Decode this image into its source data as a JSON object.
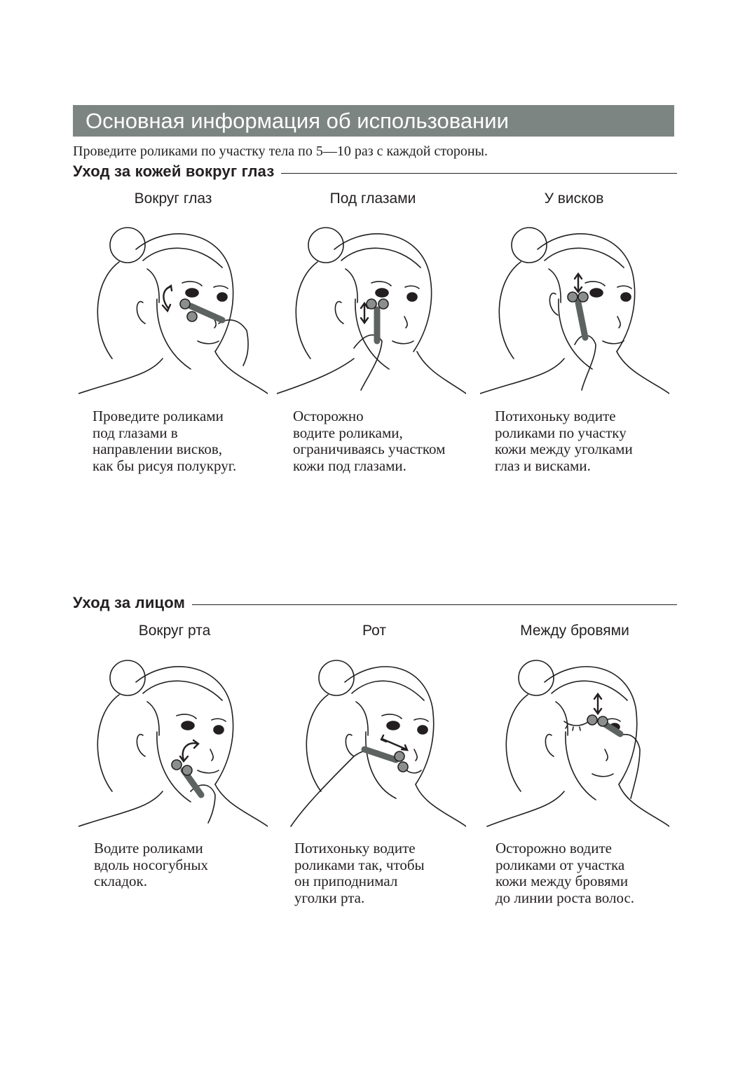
{
  "header": {
    "title": "Основная информация об использовании"
  },
  "intro": "Проведите роликами по участку тела по 5—10 раз с каждой стороны.",
  "sections": [
    {
      "heading": "Уход за кожей вокруг глаз",
      "items": [
        {
          "caption": "Вокруг глаз",
          "description": "Проведите роликами\nпод глазами в\nнаправлении висков,\nкак бы рисуя полукруг."
        },
        {
          "caption": "Под глазами",
          "description": "Осторожно\nводите роликами,\nограничиваясь участком\nкожи под глазами."
        },
        {
          "caption": "У висков",
          "description": "Потихоньку водите\nроликами по участку\nкожи между уголками\nглаз и висками."
        }
      ]
    },
    {
      "heading": "Уход за лицом",
      "items": [
        {
          "caption": "Вокруг рта",
          "description": "Водите роликами\nвдоль носогубных\nскладок."
        },
        {
          "caption": "Рот",
          "description": "Потихоньку водите\nроликами так, чтобы\nон приподнимал\nуголки рта."
        },
        {
          "caption": "Между бровями",
          "description": "Осторожно водите\nроликами от участка\nкожи между бровями\nдо линии роста волос."
        }
      ]
    }
  ],
  "colors": {
    "title_bar": "#7d8583",
    "text": "#231f20",
    "roller": "#8a8f8d"
  },
  "icons": [
    "face-roller-around-eyes",
    "face-roller-under-eyes",
    "face-roller-temples",
    "face-roller-around-mouth",
    "face-roller-mouth",
    "face-roller-between-brows"
  ]
}
